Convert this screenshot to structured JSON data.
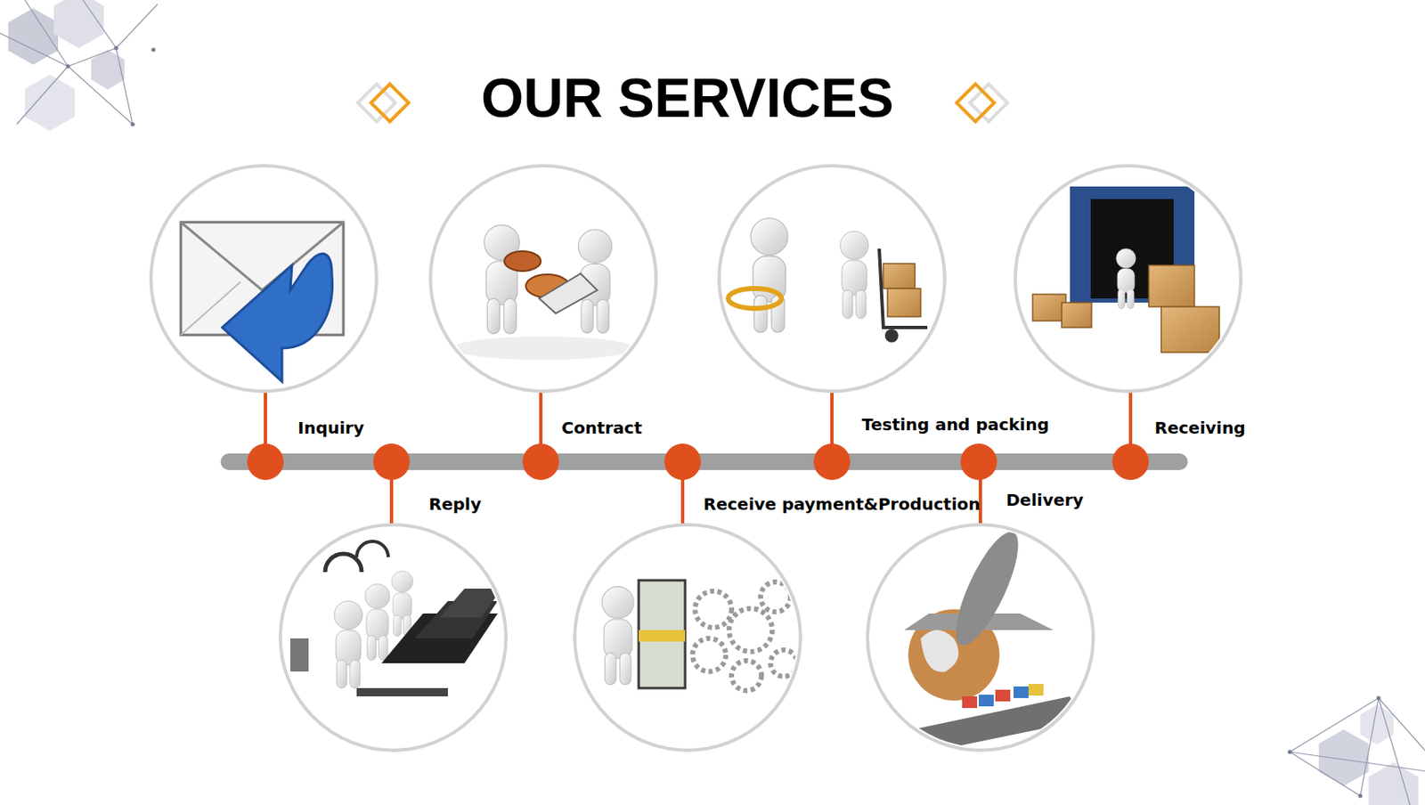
{
  "diagram": {
    "title": "OUR SERVICES",
    "nodes": [
      {
        "text": [
          "Inquiry"
        ]
      },
      {
        "text": [
          "Reply"
        ]
      },
      {
        "text": [
          "Contract"
        ]
      },
      {
        "text": [
          "Receive payment&Production"
        ]
      },
      {
        "text": [
          "Testing and packing"
        ]
      },
      {
        "text": [
          "Delivery"
        ]
      },
      {
        "text": [
          "Receiving"
        ]
      }
    ]
  }
}
